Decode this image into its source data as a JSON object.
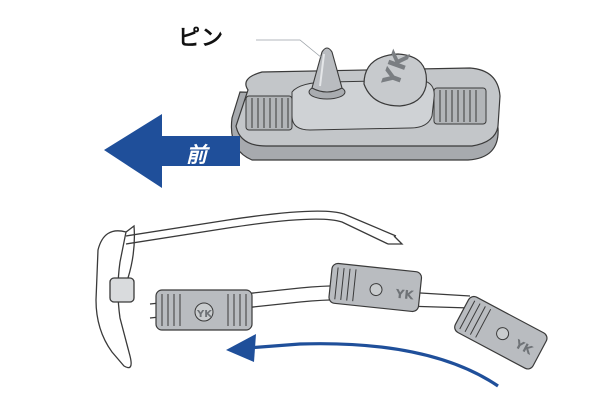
{
  "labels": {
    "pin": "ピン",
    "front": "前"
  },
  "logo_text": "YK",
  "colors": {
    "arrow_blue": "#1f4f9a",
    "clip_gray": "#b9bcc0",
    "clip_dark": "#8e9296",
    "outline": "#3a3a3a"
  }
}
